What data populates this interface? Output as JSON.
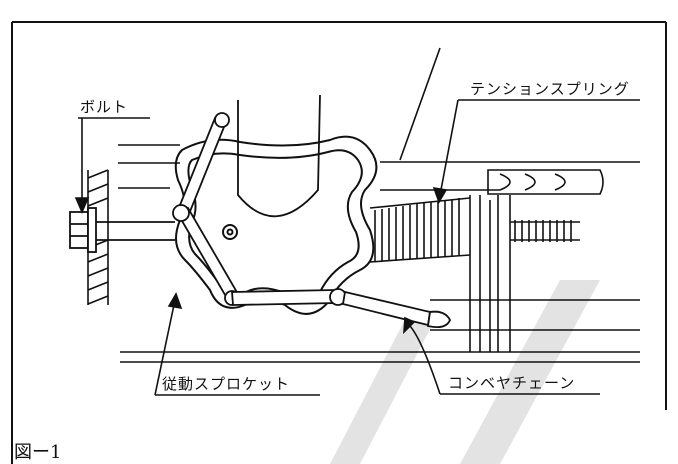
{
  "labels": {
    "bolt": "ボルト",
    "tension_spring": "テンションスプリング",
    "driven_sprocket": "従動スプロケット",
    "conveyor_chain": "コンベヤチェーン"
  },
  "figure_label": "図ー1",
  "colors": {
    "line": "#111111",
    "watermark": "#e3e3e3",
    "background": "#ffffff"
  }
}
